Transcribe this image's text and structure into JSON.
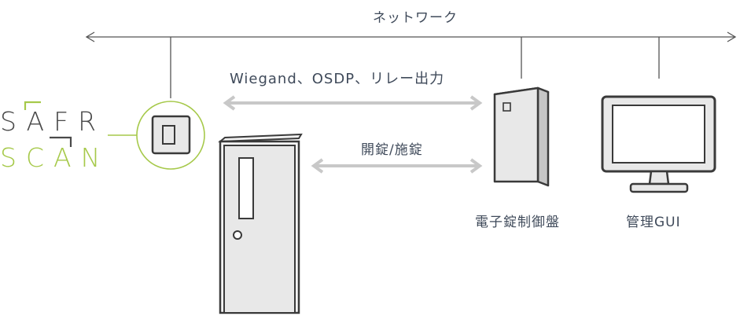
{
  "network_label": "ネットワーク",
  "protocol_label": "Wiegand、OSDP、リレー出力",
  "lock_label": "開錠/施錠",
  "controller_label": "電子錠制御盤",
  "gui_label": "管理GUI",
  "logo": {
    "line1": "SAFR",
    "line2": "SCAN"
  },
  "colors": {
    "line": "#555555",
    "arrow": "#c8c8c8",
    "accent": "#a6c94a",
    "logo_dark": "#4a4a4a",
    "text": "#3f4a5a",
    "device_fill": "#e8e8e8",
    "device_stroke": "#3a3a3a"
  },
  "icons": [
    "reader-icon",
    "door-icon",
    "controller-icon",
    "monitor-icon"
  ]
}
